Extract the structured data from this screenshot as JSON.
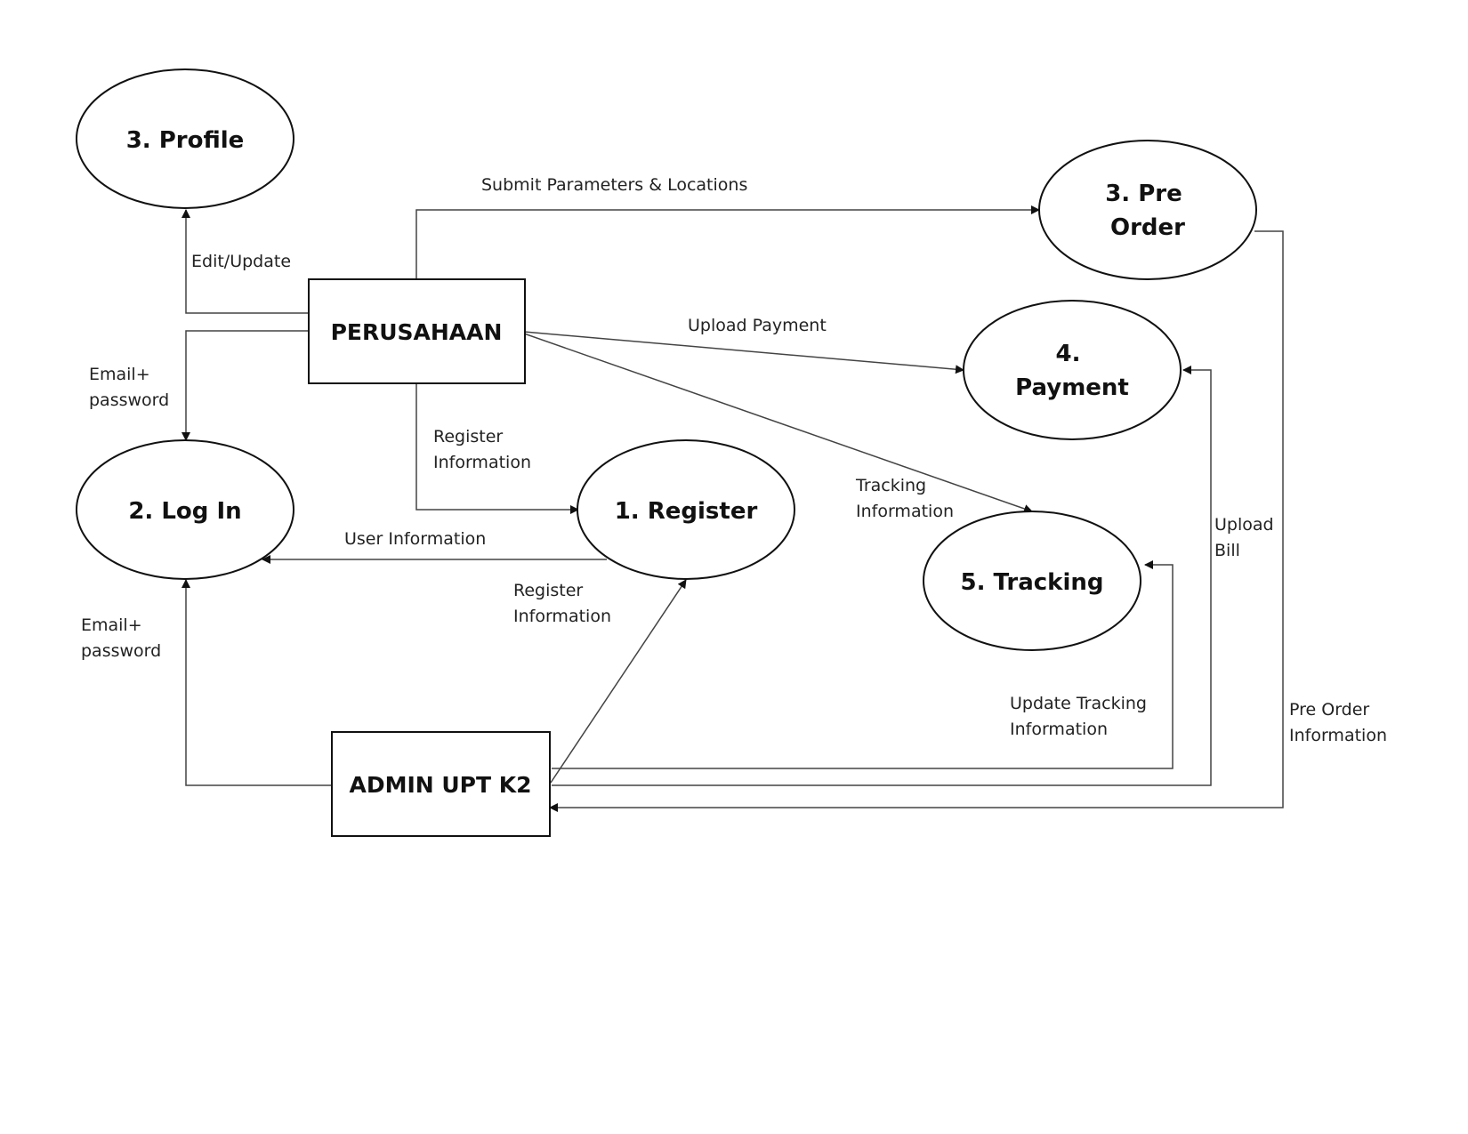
{
  "diagram": {
    "type": "data-flow-diagram",
    "entities": [
      {
        "id": "perusahaan",
        "label": "PERUSAHAAN"
      },
      {
        "id": "admin",
        "label": "ADMIN UPT K2"
      }
    ],
    "processes": [
      {
        "id": "profile",
        "lines": [
          "3. Profile"
        ]
      },
      {
        "id": "login",
        "lines": [
          "2. Log In"
        ]
      },
      {
        "id": "register",
        "lines": [
          "1. Register"
        ]
      },
      {
        "id": "preorder",
        "lines": [
          "3. Pre",
          "Order"
        ]
      },
      {
        "id": "payment",
        "lines": [
          "4.",
          "Payment"
        ]
      },
      {
        "id": "tracking",
        "lines": [
          "5. Tracking"
        ]
      }
    ],
    "flows": [
      {
        "id": "edit-update",
        "from": "perusahaan",
        "to": "profile",
        "lines": [
          "Edit/Update"
        ]
      },
      {
        "id": "email-password-1",
        "from": "perusahaan",
        "to": "login",
        "lines": [
          "Email+",
          "password"
        ]
      },
      {
        "id": "submit-params",
        "from": "perusahaan",
        "to": "preorder",
        "lines": [
          "Submit Parameters & Locations"
        ]
      },
      {
        "id": "upload-payment",
        "from": "perusahaan",
        "to": "payment",
        "lines": [
          "Upload Payment"
        ]
      },
      {
        "id": "tracking-info",
        "from": "perusahaan",
        "to": "tracking",
        "lines": [
          "Tracking",
          "Information"
        ]
      },
      {
        "id": "register-info-1",
        "from": "perusahaan",
        "to": "register",
        "lines": [
          "Register",
          "Information"
        ]
      },
      {
        "id": "user-info",
        "from": "register",
        "to": "login",
        "lines": [
          "User Information"
        ]
      },
      {
        "id": "register-info-2",
        "from": "admin",
        "to": "register",
        "lines": [
          "Register",
          "Information"
        ]
      },
      {
        "id": "email-password-2",
        "from": "admin",
        "to": "login",
        "lines": [
          "Email+",
          "password"
        ]
      },
      {
        "id": "update-tracking",
        "from": "admin",
        "to": "tracking",
        "lines": [
          "Update Tracking",
          "Information"
        ]
      },
      {
        "id": "upload-bill",
        "from": "admin",
        "to": "payment",
        "lines": [
          "Upload",
          "Bill"
        ]
      },
      {
        "id": "preorder-info",
        "from": "preorder",
        "to": "admin",
        "lines": [
          "Pre Order",
          "Information"
        ]
      }
    ]
  }
}
